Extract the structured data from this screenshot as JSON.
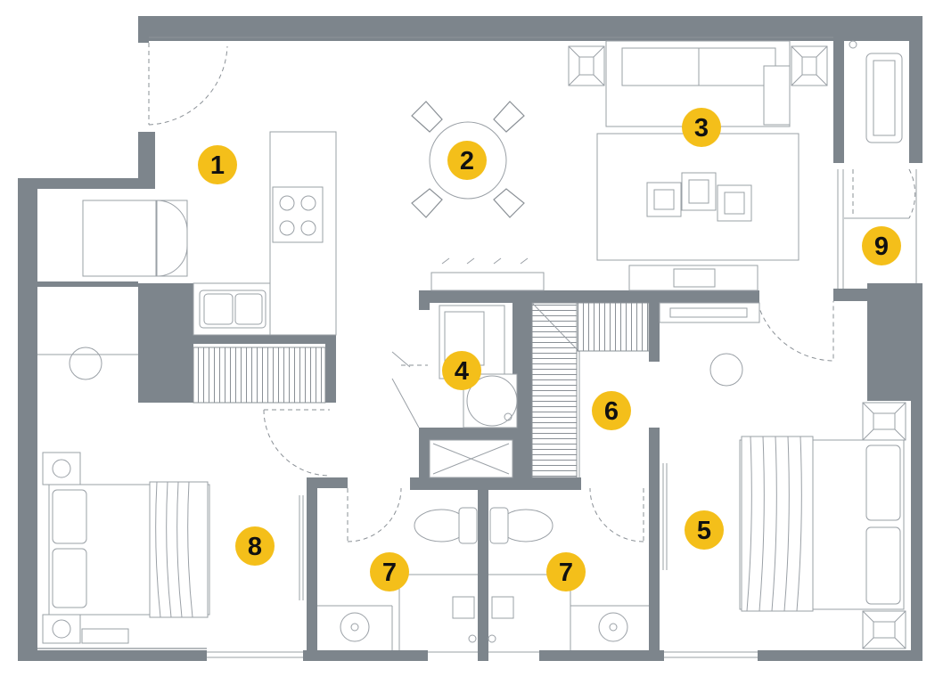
{
  "colors": {
    "wall": "#7d858c",
    "badge": "#f4bf1a",
    "line": "#9aa0a6",
    "badge_text": "#111111"
  },
  "rooms": [
    {
      "id": "kitchen",
      "number": "1"
    },
    {
      "id": "dining",
      "number": "2"
    },
    {
      "id": "living",
      "number": "3"
    },
    {
      "id": "laundry",
      "number": "4"
    },
    {
      "id": "bedroom-east",
      "number": "5"
    },
    {
      "id": "hall",
      "number": "6"
    },
    {
      "id": "bath-west",
      "number": "7"
    },
    {
      "id": "bath-east",
      "number": "7"
    },
    {
      "id": "bedroom-west",
      "number": "8"
    },
    {
      "id": "balcony",
      "number": "9"
    }
  ]
}
